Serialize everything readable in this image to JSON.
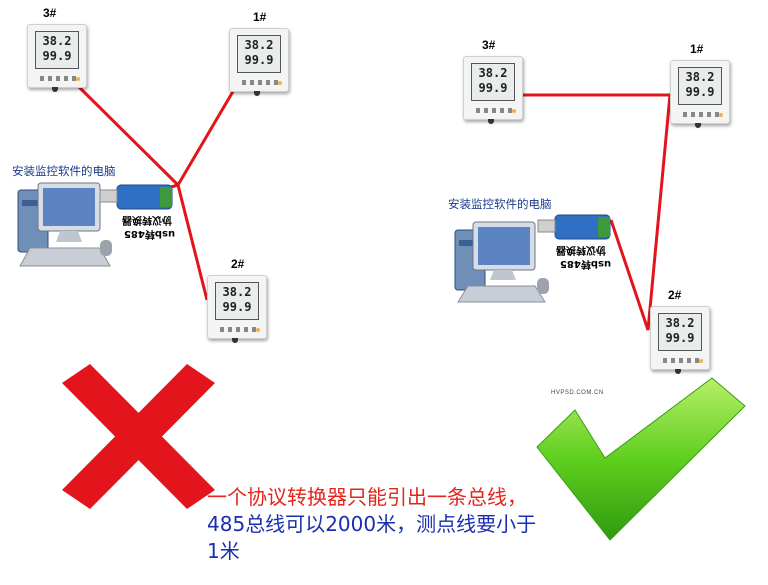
{
  "devices": [
    {
      "id": "3#",
      "digits_top": "38.2",
      "digits_bottom": "99.9"
    },
    {
      "id": "1#",
      "digits_top": "38.2",
      "digits_bottom": "99.9"
    },
    {
      "id": "2#",
      "digits_top": "38.2",
      "digits_bottom": "99.9"
    }
  ],
  "left_diagram": {
    "pc_label": "安装监控软件的电脑",
    "usb_label_1": "usb转485",
    "usb_label_2": "协议转换器",
    "device_labels": [
      "3#",
      "1#",
      "2#"
    ],
    "verdict": "wrong"
  },
  "right_diagram": {
    "pc_label": "安装监控软件的电脑",
    "usb_label_1": "usb转485",
    "usb_label_2": "协议转换器",
    "device_labels": [
      "3#",
      "1#",
      "2#"
    ],
    "verdict": "correct"
  },
  "watermark": "HVPSD.COM.CN",
  "caption": {
    "seg1": "一个协议转换器只能引出一条总线，",
    "seg2": "485",
    "seg3": "总线可以",
    "seg4": "2000",
    "seg5": "米，测点线要小于",
    "seg6": "1",
    "seg7": "米"
  },
  "colors": {
    "wire": "#e3141b",
    "cross": "#e3141b",
    "check": "#5fcf1e",
    "caption_red": "#e2261b",
    "caption_blue": "#1a2fb0"
  }
}
